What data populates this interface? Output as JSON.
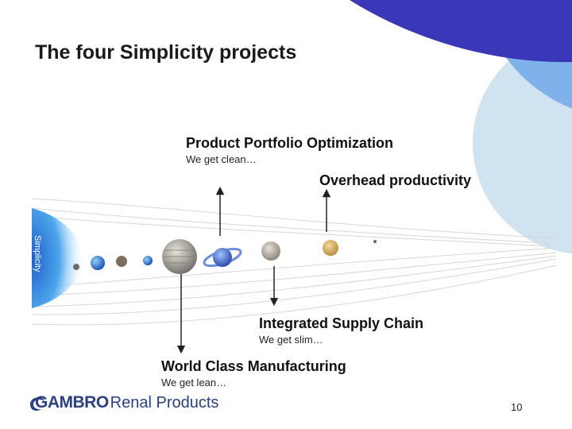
{
  "slide": {
    "title": "The four Simplicity projects",
    "page_number": "10"
  },
  "projects": {
    "portfolio": {
      "title": "Product Portfolio Optimization",
      "subtitle": "We get clean…"
    },
    "overhead": {
      "title": "Overhead productivity"
    },
    "supply_chain": {
      "title": "Integrated Supply Chain",
      "subtitle": "We get slim…"
    },
    "manufacturing": {
      "title": "World Class Manufacturing",
      "subtitle": "We get lean…"
    }
  },
  "sun_label": "Simplicity",
  "logo": {
    "brand": "GAMBRO",
    "division": "Renal Products",
    "symbol": "gambro-swirl-icon"
  },
  "colors": {
    "brand_blue": "#2a3f86",
    "corner_dark": "#3a38b8",
    "corner_light": "#7fb2ea",
    "corner_pale": "#cfe3f0"
  }
}
